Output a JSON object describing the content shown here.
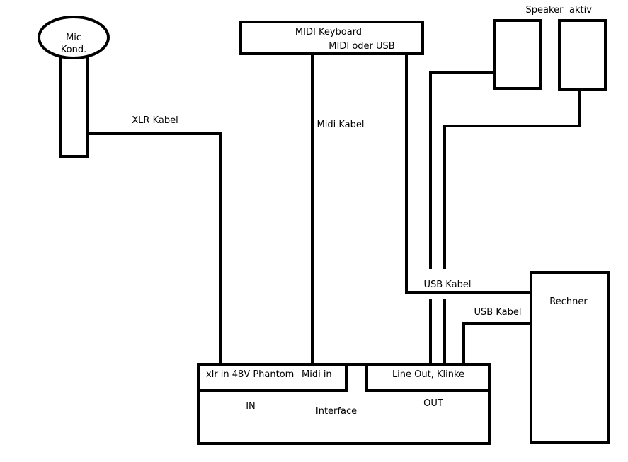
{
  "mic": {
    "line1": "Mic",
    "line2": "Kond."
  },
  "keyboard": {
    "title": "MIDI Keyboard",
    "subtitle": "MIDI oder USB"
  },
  "speakers": {
    "label_left": "Speaker",
    "label_right": "aktiv"
  },
  "cables": {
    "xlr": "XLR Kabel",
    "midi": "Midi Kabel",
    "usb_keyboard": "USB Kabel",
    "usb_interface": "USB Kabel"
  },
  "computer": {
    "label": "Rechner"
  },
  "interface": {
    "xlr_in": "xlr in 48V Phantom",
    "midi_in": "Midi in",
    "line_out": "Line Out, Klinke",
    "in_label": "IN",
    "name": "Interface",
    "out_label": "OUT"
  }
}
